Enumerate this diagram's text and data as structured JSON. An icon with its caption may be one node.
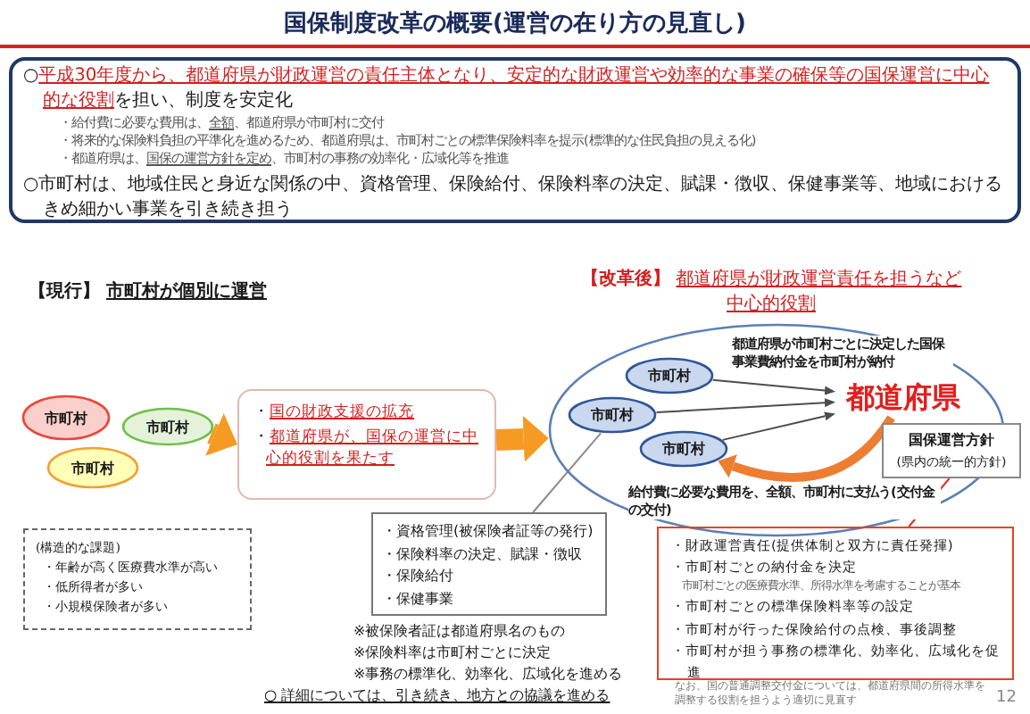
{
  "diagram": {
    "title": "国保制度改革の概要(運営の在り方の見直し)",
    "nodes": [
      {
        "text": [
          "○**平成30年度から、都道府県が財政運営の責任主体となり、安定的な財政運営や効率的な事業の確保等の国保運営に中心的な役割**を担い、制度を安定化",
          "・給付費に必要な費用は、**全額**、都道府県が市町村に交付",
          "・将来的な保険料負担の平準化を進めるため、都道府県は、市町村ごとの標準保険料率を提示(標準的な住民負担の見える化)",
          "・都道府県は、**国保の運営方針を定め**、市町村の事務の効率化・広域化等を推進",
          "○市町村は、地域住民と身近な関係の中、資格管理、保険給付、保険料率の決定、賦課・徴収、保健事業等、地域におけるきめ細かい事業を引き続き担う"
        ]
      },
      {
        "text": [
          "市町村"
        ]
      },
      {
        "text": [
          "市町村"
        ]
      },
      {
        "text": [
          "市町村"
        ]
      },
      {
        "text": [
          "・**国の財政支援の拡充**",
          "・**都道府県が、国保の運営に中心的役割を果たす**"
        ]
      },
      {
        "text": [],
        "shape": "ellipse"
      },
      {
        "text": [
          "市町村"
        ],
        "in": 5
      },
      {
        "text": [
          "市町村"
        ],
        "in": 5
      },
      {
        "text": [
          "市町村"
        ],
        "in": 5
      },
      {
        "text": [
          "都道府県"
        ],
        "in": 5
      },
      {
        "text": [
          "国保運営方針",
          "(県内の統一的方針)"
        ]
      },
      {
        "text": [
          "(構造的な課題)",
          "・年齢が高く医療費水準が高い",
          "・低所得者が多い",
          "・小規模保険者が多い"
        ]
      },
      {
        "text": [
          "・資格管理(被保険者証等の発行)",
          "・保険料率の決定、賦課・徴収",
          "・保険給付",
          "・保健事業"
        ],
        "beside": [
          "※被保険者証は都道府県名のもの",
          "※保険料率は市町村ごとに決定",
          "※事務の標準化、効率化、広域化を進める"
        ]
      },
      {
        "text": [
          "・財政運営責任(提供体制と双方に責任発揮)",
          "・市町村ごとの納付金を決定",
          "市町村ごとの医療費水準、所得水準を考慮することが基本",
          "・市町村ごとの標準保険料率等の設定",
          "・市町村が行った保険給付の点検、事後調整",
          "・市町村が担う事務の標準化、効率化、広域化を促進"
        ]
      }
    ],
    "edges": [
      {
        "from": 2,
        "to": 4,
        "arrow": "to",
        "style": "thick",
        "color": "#f59a23"
      },
      {
        "from": 4,
        "to": 5,
        "arrow": "to",
        "style": "thick",
        "color": "#f59a23"
      },
      {
        "from": 6,
        "to": 9,
        "arrow": "to",
        "label": "都道府県が市町村ごとに決定した国保事業費納付金を市町村が納付"
      },
      {
        "from": 7,
        "to": 9,
        "arrow": "to"
      },
      {
        "from": 8,
        "to": 9,
        "arrow": "to"
      },
      {
        "from": 9,
        "to": 8,
        "arrow": "to",
        "style": "thick",
        "color": "#ed7d31",
        "label": "給付費に必要な費用を、全額、市町村に支払う(交付金の交付)"
      },
      {
        "from": 7,
        "to": 12,
        "arrow": "none",
        "color": "#8c8c8c"
      },
      {
        "from": 10,
        "to": 13,
        "arrow": "none",
        "color": "#e0301e"
      }
    ],
    "labels": [
      "【現行】 **市町村が個別に運営**",
      "【改革後】 **都道府県が財政運営責任を担うなど中心的役割**",
      "○ 詳細については、引き続き、地方との協議を進める",
      "なお、国の普通調整交付金については、都道府県間の所得水準を調整する役割を担うよう適切に見直す",
      "12"
    ]
  }
}
